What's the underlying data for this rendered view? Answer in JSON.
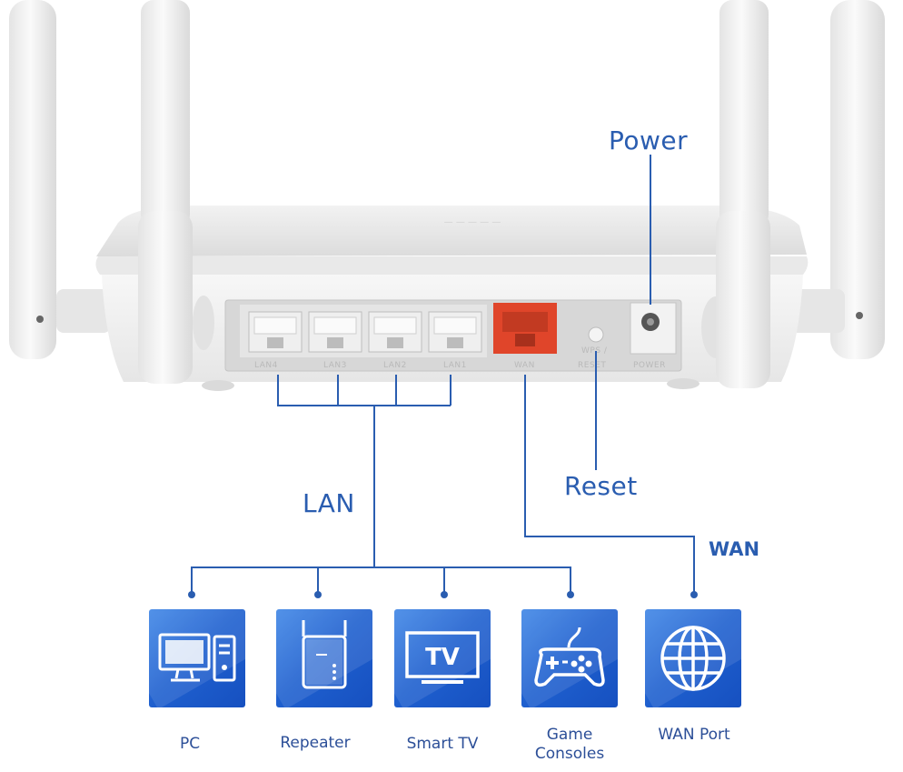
{
  "callouts": {
    "power": "Power",
    "reset": "Reset",
    "lan": "LAN",
    "wan": "WAN"
  },
  "router_ports": [
    "LAN4",
    "LAN3",
    "LAN2",
    "LAN1",
    "WAN",
    "WPS / RESET",
    "POWER"
  ],
  "devices": [
    {
      "label": "PC",
      "icon": "pc-icon"
    },
    {
      "label": "Repeater",
      "icon": "repeater-icon"
    },
    {
      "label": "Smart TV",
      "icon": "smart-tv-icon",
      "badge": "TV"
    },
    {
      "label": "Game Consoles",
      "icon": "gamepad-icon"
    },
    {
      "label": "WAN Port",
      "icon": "globe-icon"
    }
  ],
  "colors": {
    "accent_blue": "#2a5db0",
    "tile_blue": "#1f60cf",
    "wan_port": "#e0452a",
    "router_body": "#f1f1f1"
  }
}
